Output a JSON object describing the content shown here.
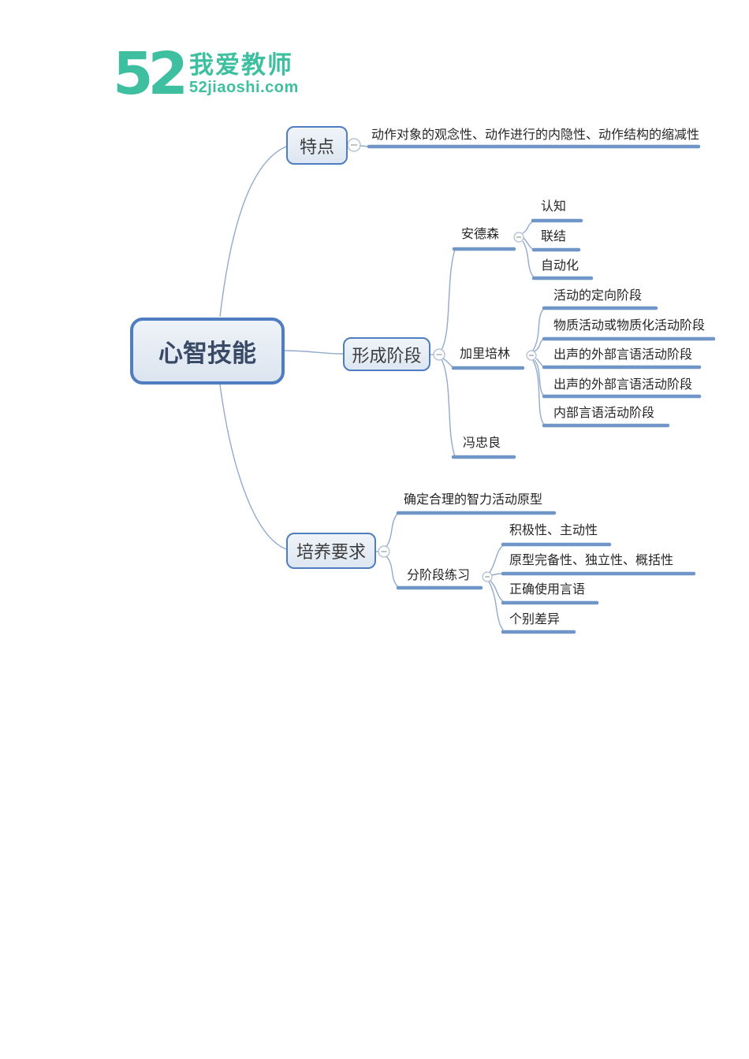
{
  "logo": {
    "mark": "52",
    "brand": "我爱教师",
    "domain": "52jiaoshi.com",
    "color": "#3ec0a0"
  },
  "palette": {
    "node_border": "#4e7dc1",
    "node_fill": "#e7edf5",
    "underline": "#7095c7",
    "curve": "#93aacc",
    "root_text": "#3a4a66",
    "label_text": "#262626"
  },
  "map": {
    "root_label": "心智技能",
    "branches": [
      {
        "label": "特点",
        "leaf": "动作对象的观念性、动作进行的内隐性、动作结构的缩减性"
      },
      {
        "label": "形成阶段",
        "children": [
          {
            "label": "安德森",
            "children": [
              "认知",
              "联结",
              "自动化"
            ]
          },
          {
            "label": "加里培林",
            "children": [
              "活动的定向阶段",
              "物质活动或物质化活动阶段",
              "出声的外部言语活动阶段",
              "出声的外部言语活动阶段",
              "内部言语活动阶段"
            ]
          },
          {
            "label": "冯忠良",
            "children": []
          }
        ]
      },
      {
        "label": "培养要求",
        "children": [
          {
            "label": "确定合理的智力活动原型",
            "children": []
          },
          {
            "label": "分阶段练习",
            "children": [
              "积极性、主动性",
              "原型完备性、独立性、概括性",
              "正确使用言语",
              "个别差异"
            ]
          }
        ]
      }
    ]
  }
}
